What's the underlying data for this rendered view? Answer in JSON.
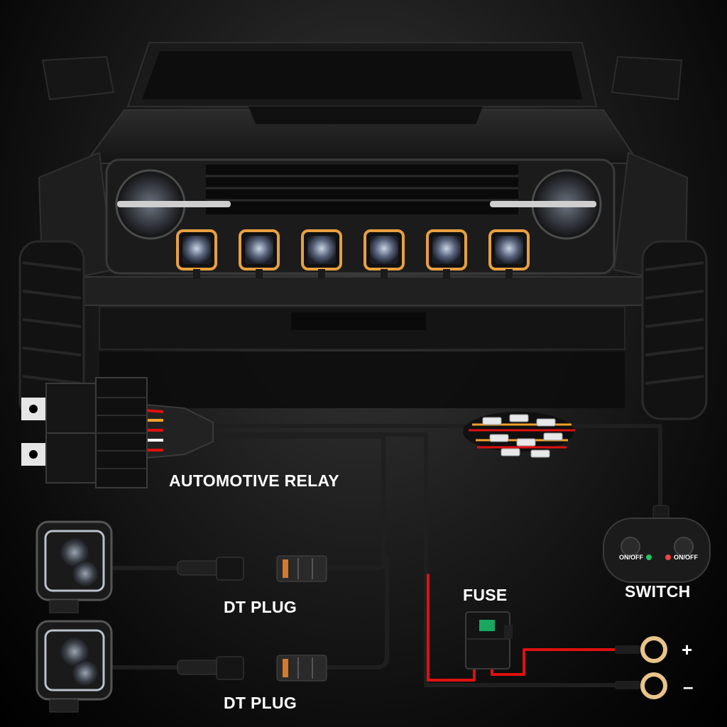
{
  "labels": {
    "relay": "AUTOMOTIVE RELAY",
    "fuse": "FUSE",
    "switch": "SWITCH",
    "dt_plug_top": "DT PLUG",
    "dt_plug_bottom": "DT PLUG",
    "positive": "+",
    "negative": "–"
  },
  "switch_panel": {
    "left_button": "ON/OFF",
    "right_button": "ON/OFF",
    "left_indicator_color": "#22c55e",
    "right_indicator_color": "#ef4444"
  },
  "components": {
    "front_pod_lights": 6,
    "cube_lights": 2
  },
  "icons": {
    "vehicle": "truck-front-icon",
    "relay": "relay-icon",
    "fuse": "fuse-icon",
    "switch": "rocker-switch-icon",
    "terminal": "ring-terminal-icon",
    "plug": "dt-plug-icon",
    "light": "led-cube-light-icon"
  },
  "colors": {
    "positive_wire": "#e01010",
    "negative_wire": "#1e1e1e",
    "pod_amber": "#e8a040",
    "ring_terminal": "#e9c48a"
  }
}
